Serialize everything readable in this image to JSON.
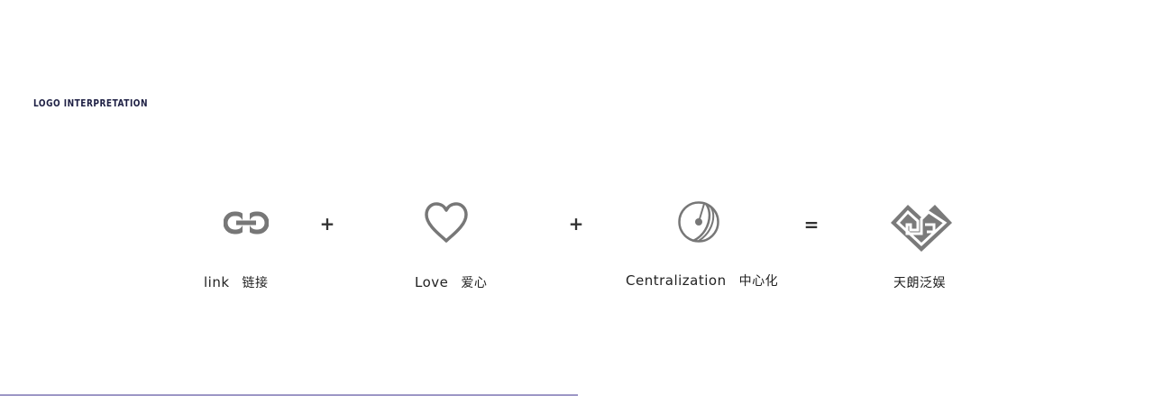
{
  "section": {
    "title": "LOGO INTERPRETATION"
  },
  "items": [
    {
      "icon": "link-icon",
      "label_en": "link",
      "label_cn": "链接"
    },
    {
      "icon": "heart-icon",
      "label_en": "Love",
      "label_cn": "爱心"
    },
    {
      "icon": "centralization-icon",
      "label_en": "Centralization",
      "label_cn": "中心化"
    },
    {
      "icon": "brand-logo",
      "label_en": "",
      "label_cn": "天朗泛娱"
    }
  ],
  "operators": [
    "+",
    "+",
    "="
  ],
  "colors": {
    "title": "#1e2044",
    "icon_gray": "#777777",
    "operator": "#333333",
    "text": "#222222",
    "bottom_line": "#9d97c6"
  }
}
